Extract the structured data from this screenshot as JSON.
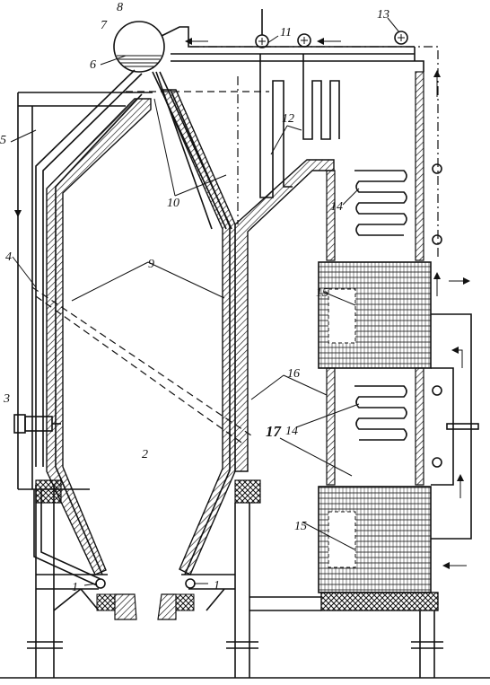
{
  "colors": {
    "ink": "#111111",
    "paper": "#ffffff"
  },
  "labels": {
    "n1": "1",
    "n1b": "1",
    "n2": "2",
    "n3": "3",
    "n4": "4",
    "n5": "5",
    "n6": "6",
    "n7": "7",
    "n8": "8",
    "n9": "9",
    "n10": "10",
    "n11": "11",
    "n12": "12",
    "n13": "13",
    "n14a": "14",
    "n14b": "14",
    "n15a": "15",
    "n15b": "15",
    "n16": "16",
    "n17": "17"
  }
}
